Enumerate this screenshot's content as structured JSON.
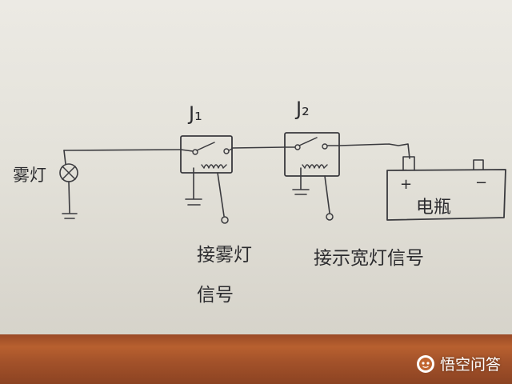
{
  "diagram": {
    "relays": [
      {
        "id": "J1",
        "label": "J₁"
      },
      {
        "id": "J2",
        "label": "J₂"
      }
    ],
    "fog_lamp_label": "雾灯",
    "battery": {
      "label": "电瓶",
      "positive": "+",
      "negative": "−"
    },
    "j1_input_label_line1": "接雾灯",
    "j1_input_label_line2": "信号",
    "j2_input_label": "接示宽灯信号"
  },
  "watermark": {
    "text": "悟空问答",
    "logo_icon": "wukong-logo-icon",
    "color": "#ffffff"
  },
  "colors": {
    "ink": "#3a3a3e",
    "paper": "#e8e6df",
    "table": "#a3522a"
  }
}
